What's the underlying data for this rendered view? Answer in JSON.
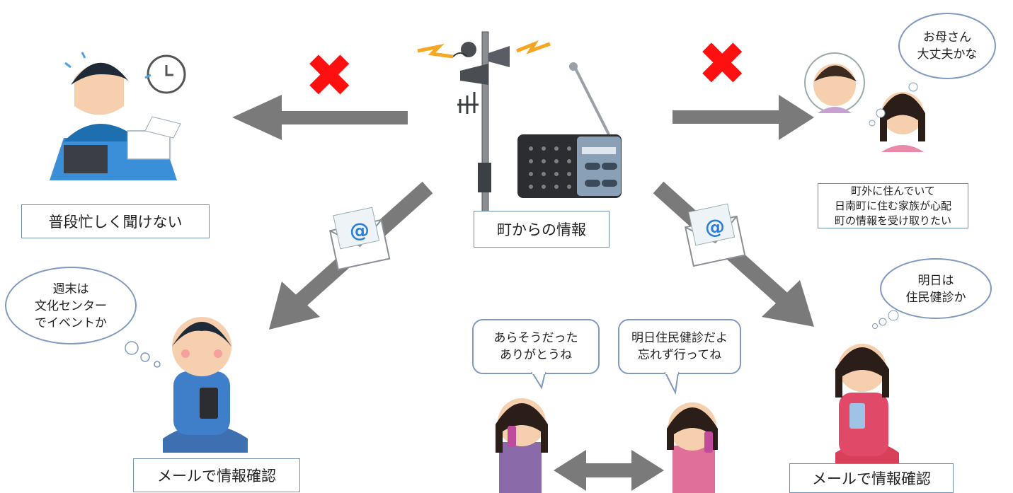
{
  "center_label": "町からの情報",
  "busy_label": "普段忙しく聞けない",
  "family_lines": [
    "町外に住んでいて",
    "日南町に住む家族が心配",
    "町の情報を受け取りたい"
  ],
  "mail_label_left": "メールで情報確認",
  "mail_label_right": "メールで情報確認",
  "thought_left": [
    "週末は",
    "文化センター",
    "でイベントか"
  ],
  "thought_right": [
    "明日は",
    "住民健診か"
  ],
  "thought_mother": [
    "お母さん",
    "大丈夫かな"
  ],
  "speech_a": [
    "あらそうだった",
    "ありがとうね"
  ],
  "speech_b": [
    "明日住民健診だよ",
    "忘れず行ってね"
  ],
  "cross_symbol": "✖",
  "mail_symbol": "@",
  "colors": {
    "arrow": "#7a7a7a",
    "box_border": "#6f8fb0",
    "cross": "#ff1010",
    "bubble_border": "#7f99c2",
    "mail_at": "#2a7fd8"
  }
}
